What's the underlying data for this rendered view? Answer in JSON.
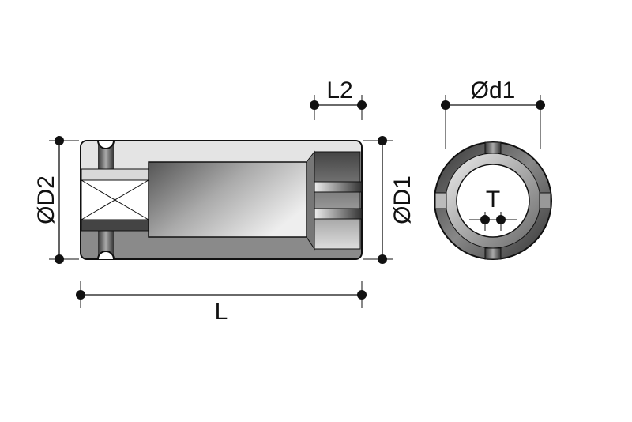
{
  "labels": {
    "D2": "ØD2",
    "D1": "ØD1",
    "L": "L",
    "L2": "L2",
    "d1": "Ød1",
    "T": "T"
  },
  "colors": {
    "outline": "#111111",
    "light": "#e4e4e4",
    "dark": "#555555"
  }
}
